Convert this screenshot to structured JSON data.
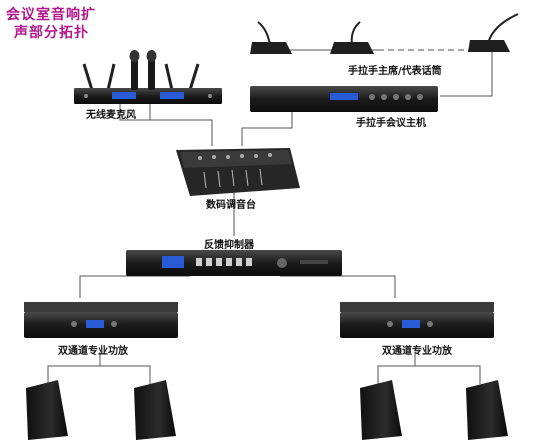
{
  "title": {
    "line1": "会议室音响扩",
    "line2": "声部分拓扑"
  },
  "devices": {
    "wireless_mic": "无线麦克风",
    "chairman_delegate_mics": "手拉手主席/代表话筒",
    "conference_host": "手拉手会议主机",
    "digital_mixer": "数码调音台",
    "feedback_suppressor": "反馈抑制器",
    "amplifier_left": "双通道专业功放",
    "amplifier_right": "双通道专业功放"
  },
  "colors": {
    "title": "#b2188c",
    "line": "#555555",
    "device": "#1c1c1c",
    "display": "#2a5bd6"
  }
}
